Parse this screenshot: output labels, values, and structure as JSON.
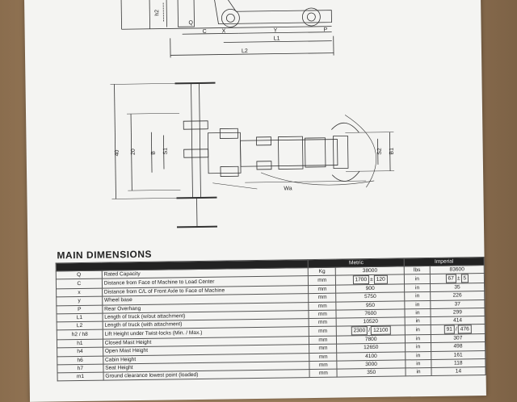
{
  "drawing_labels": {
    "h2": "h2",
    "q": "Q",
    "c": "C",
    "x": "X",
    "y": "Y",
    "p": "P",
    "l1": "L1",
    "l2": "L2",
    "forty": "40",
    "twenty": "20",
    "b": "B",
    "s1": "S1",
    "s2": "S2",
    "b1": "B1",
    "wa": "Wa"
  },
  "section_title": "MAIN DIMENSIONS",
  "table": {
    "header_metric": "Metric",
    "header_imperial": "Imperial",
    "rows": [
      {
        "sym": "Q",
        "desc": "Rated Capacity",
        "unit": "Kg",
        "val": "38000",
        "unit2": "lbs",
        "val2": "83600"
      },
      {
        "sym": "C",
        "desc": "Distance from Face of Machine to Load Center",
        "unit": "mm",
        "val_a": "1700",
        "val_sep": "±",
        "val_b": "120",
        "unit2": "in",
        "val2_a": "67",
        "val2_sep": "±",
        "val2_b": "5"
      },
      {
        "sym": "x",
        "desc": "Distance from C/L of Front Axle to Face of Machine",
        "unit": "mm",
        "val": "900",
        "unit2": "in",
        "val2": "35"
      },
      {
        "sym": "y",
        "desc": "Wheel base",
        "unit": "mm",
        "val": "5750",
        "unit2": "in",
        "val2": "226"
      },
      {
        "sym": "P",
        "desc": "Rear Overhang",
        "unit": "mm",
        "val": "950",
        "unit2": "in",
        "val2": "37"
      },
      {
        "sym": "L1",
        "desc": "Length of truck (w/out attachment)",
        "unit": "mm",
        "val": "7600",
        "unit2": "in",
        "val2": "299"
      },
      {
        "sym": "L2",
        "desc": "Length of truck (with attachment)",
        "unit": "mm",
        "val": "10520",
        "unit2": "in",
        "val2": "414"
      },
      {
        "sym": "h2 / h8",
        "desc": "Lift Height under Twist-locks (Min. / Max.)",
        "unit": "mm",
        "val_a": "2300",
        "val_sep": "/",
        "val_b": "12100",
        "unit2": "in",
        "val2_a": "91",
        "val2_sep": "/",
        "val2_b": "476"
      },
      {
        "sym": "h1",
        "desc": "Closed Mast Height",
        "unit": "mm",
        "val": "7800",
        "unit2": "in",
        "val2": "307"
      },
      {
        "sym": "h4",
        "desc": "Open Mast Height",
        "unit": "mm",
        "val": "12650",
        "unit2": "in",
        "val2": "498"
      },
      {
        "sym": "h6",
        "desc": "Cabin Height",
        "unit": "mm",
        "val": "4100",
        "unit2": "in",
        "val2": "161"
      },
      {
        "sym": "h7",
        "desc": "Seat Height",
        "unit": "mm",
        "val": "3000",
        "unit2": "in",
        "val2": "118"
      },
      {
        "sym": "m1",
        "desc": "Ground clearance lowest point (loaded)",
        "unit": "mm",
        "val": "350",
        "unit2": "in",
        "val2": "14"
      }
    ]
  }
}
